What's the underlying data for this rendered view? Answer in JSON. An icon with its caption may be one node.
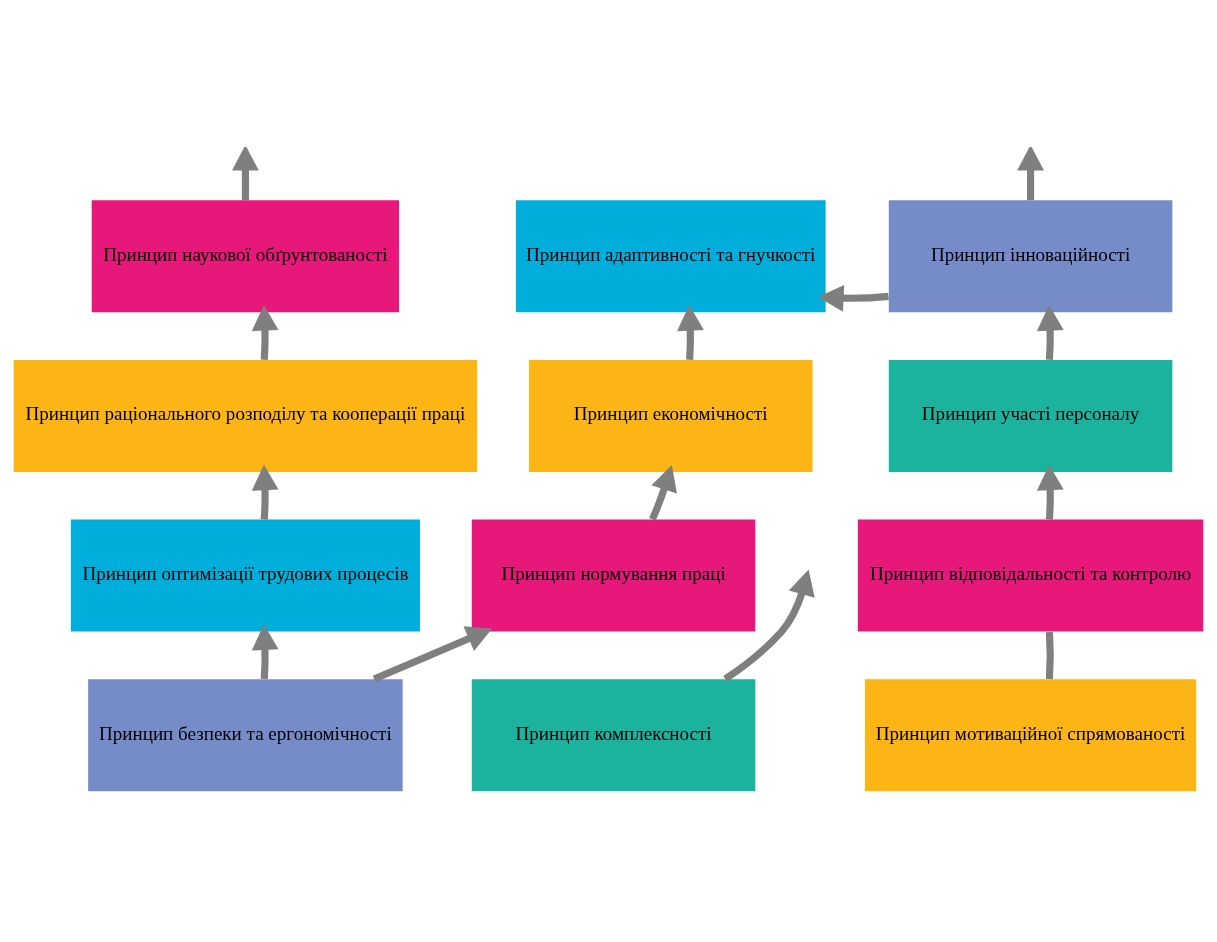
{
  "diagram": {
    "nodes": [
      {
        "text": [
          "Принцип наукової обґрунтованості"
        ]
      },
      {
        "text": [
          "Принцип адаптивності та гнучкості"
        ]
      },
      {
        "text": [
          "Принцип інноваційності"
        ]
      },
      {
        "text": [
          "Принцип раціонального розподілу та кооперації праці"
        ]
      },
      {
        "text": [
          "Принцип економічності"
        ]
      },
      {
        "text": [
          "Принцип участі персоналу"
        ]
      },
      {
        "text": [
          "Принцип оптимізації трудових процесів"
        ]
      },
      {
        "text": [
          "Принцип нормування праці"
        ]
      },
      {
        "text": [
          "Принцип відповідальності та контролю"
        ]
      },
      {
        "text": [
          "Принцип безпеки та ергономічності"
        ]
      },
      {
        "text": [
          "Принцип комплексності"
        ]
      },
      {
        "text": [
          "Принцип мотиваційної спрямованості"
        ]
      }
    ],
    "edges": [
      {
        "from": 0,
        "to": null,
        "arrow": "to"
      },
      {
        "from": 2,
        "to": 1,
        "arrow": "to"
      },
      {
        "from": 2,
        "to": null,
        "arrow": "to"
      },
      {
        "from": 3,
        "to": 0,
        "arrow": "to"
      },
      {
        "from": 4,
        "to": 1,
        "arrow": "to"
      },
      {
        "from": 5,
        "to": 2,
        "arrow": "to"
      },
      {
        "from": 6,
        "to": 3,
        "arrow": "to"
      },
      {
        "from": 7,
        "to": 4,
        "arrow": "to"
      },
      {
        "from": 8,
        "to": 5,
        "arrow": "to"
      },
      {
        "from": 9,
        "to": 6,
        "arrow": "to"
      },
      {
        "from": 9,
        "to": 7,
        "arrow": "to"
      },
      {
        "from": 10,
        "to": null,
        "arrow": "to"
      },
      {
        "from": 11,
        "to": 8,
        "arrow": "none"
      }
    ]
  }
}
